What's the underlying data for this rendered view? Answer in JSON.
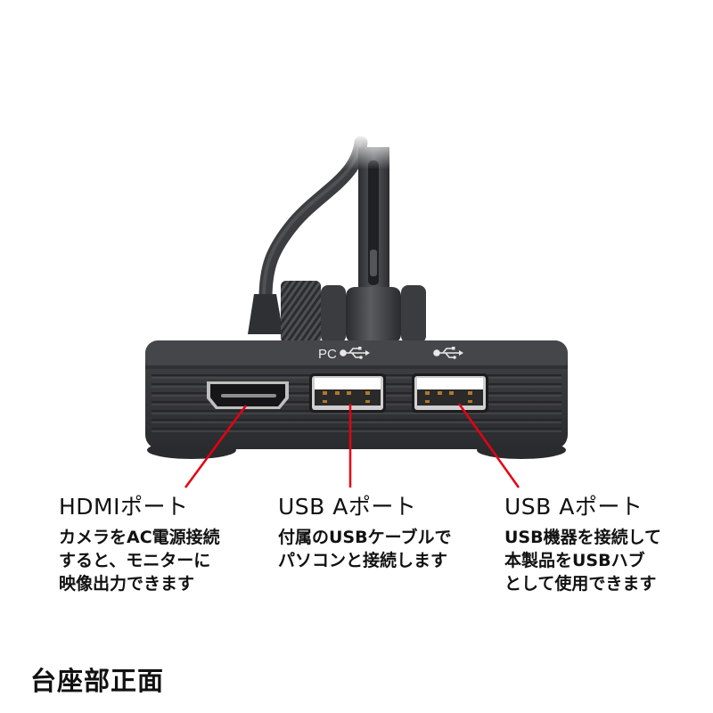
{
  "device": {
    "name": "document-camera-base-front",
    "colors": {
      "body": "#3a3b3e",
      "body_dark": "#232427",
      "port_metal": "#c9c9c9",
      "callout_line": "#e60012",
      "label_text": "#e8e8e8"
    },
    "port_labels": {
      "pc_usb": "PC",
      "usb_symbol": "usb-icon"
    }
  },
  "callouts": [
    {
      "id": "hdmi",
      "title": "HDMIポート",
      "description": "カメラをAC電源接続\nすると、モニターに\n映像出力できます"
    },
    {
      "id": "usb-a-pc",
      "title": "USB Aポート",
      "description": "付属のUSBケーブルで\nパソコンと接続します"
    },
    {
      "id": "usb-a-hub",
      "title": "USB Aポート",
      "description": "USB機器を接続して\n本製品をUSBハブ\nとして使用できます"
    }
  ],
  "caption": "台座部正面"
}
